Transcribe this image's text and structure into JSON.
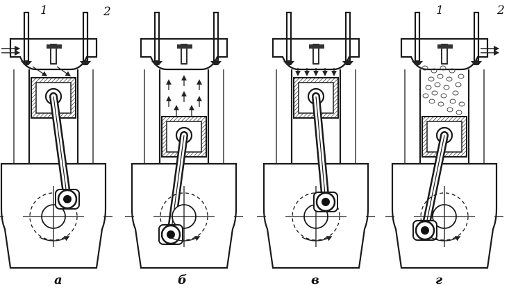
{
  "stages": [
    {
      "label": "а",
      "numbers": [
        "1",
        "2"
      ]
    },
    {
      "label": "б",
      "numbers": []
    },
    {
      "label": "в",
      "numbers": []
    },
    {
      "label": "г",
      "numbers": [
        "1",
        "2"
      ]
    }
  ]
}
